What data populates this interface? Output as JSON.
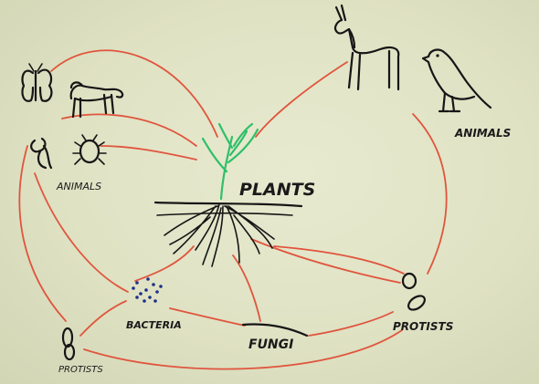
{
  "labels": {
    "plants": "PLANTS",
    "animals_left": "ANIMALS",
    "animals_right": "ANIMALS",
    "bacteria": "BACTERIA",
    "fungi": "FUNGI",
    "protists_right": "PROTISTS",
    "protists_left": "PROTISTS"
  },
  "colors": {
    "background": "#dfe2c4",
    "connection_lines": "#e0553e",
    "ink": "#161616",
    "stem": "#2fbf6a"
  },
  "icons": [
    "butterfly-icon",
    "dog-icon",
    "worm-icon",
    "beetle-icon",
    "llama-icon",
    "bird-icon",
    "plant-icon",
    "bacteria-dots-icon",
    "protist-right-icon",
    "protist-left-icon"
  ]
}
